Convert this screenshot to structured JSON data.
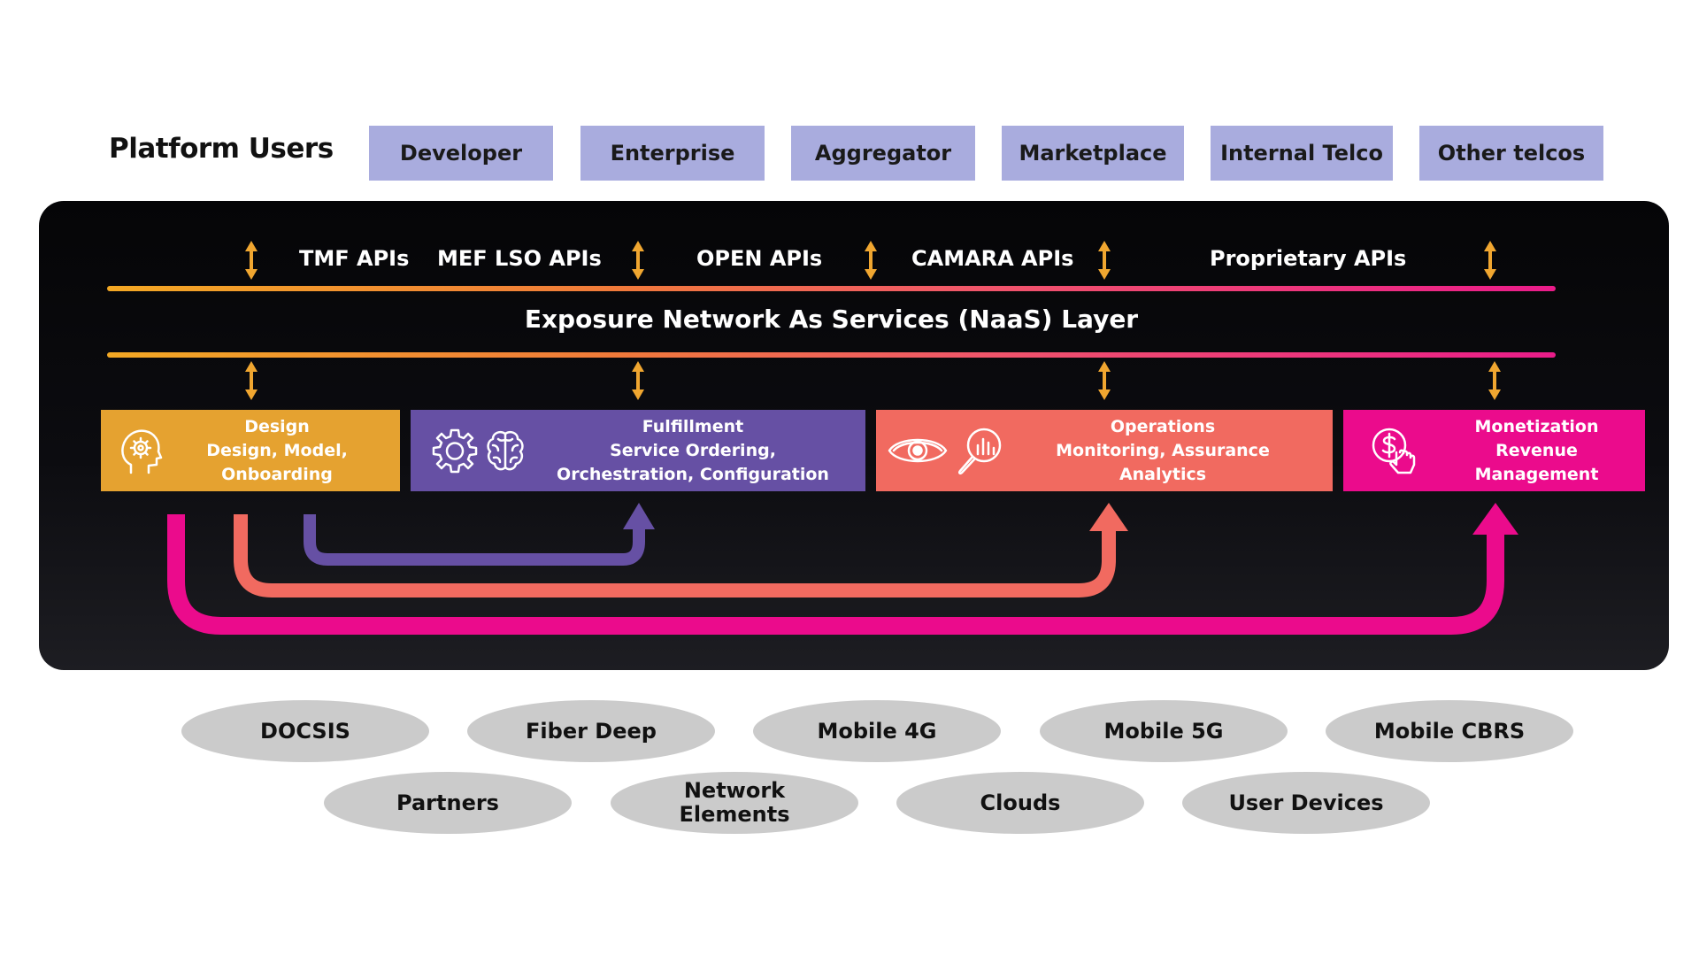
{
  "platform_users": {
    "label": "Platform Users",
    "items": [
      "Developer",
      "Enterprise",
      "Aggregator",
      "Marketplace",
      "Internal Telco",
      "Other telcos"
    ]
  },
  "apis": [
    "TMF APIs",
    "MEF LSO APIs",
    "OPEN APIs",
    "CAMARA APIs",
    "Proprietary APIs"
  ],
  "layer_title": "Exposure Network As Services (NaaS) Layer",
  "capabilities": [
    {
      "title": "Design",
      "lines": [
        "Design, Model,",
        "Onboarding"
      ],
      "color": "#e5a230",
      "icons": [
        "head-gear-icon"
      ]
    },
    {
      "title": "Fulfillment",
      "lines": [
        "Service Ordering,",
        "Orchestration, Configuration"
      ],
      "color": "#6650a4",
      "icons": [
        "gear-icon",
        "brain-icon"
      ]
    },
    {
      "title": "Operations",
      "lines": [
        "Monitoring, Assurance",
        "Analytics"
      ],
      "color": "#f16a60",
      "icons": [
        "eye-icon",
        "magnifier-chart-icon"
      ]
    },
    {
      "title": "Monetization",
      "lines": [
        "Revenue",
        "Management"
      ],
      "color": "#eb0b8c",
      "icons": [
        "dollar-hand-icon"
      ]
    }
  ],
  "colors": {
    "user_chip": "#a9acde",
    "arrow_orange": "#f0a630",
    "ellipse": "#cbcbcb"
  },
  "networks": {
    "row1": [
      "DOCSIS",
      "Fiber Deep",
      "Mobile 4G",
      "Mobile 5G",
      "Mobile CBRS"
    ],
    "row2": [
      [
        "Partners"
      ],
      [
        "Network",
        "Elements"
      ],
      [
        "Clouds"
      ],
      [
        "User Devices"
      ]
    ]
  }
}
